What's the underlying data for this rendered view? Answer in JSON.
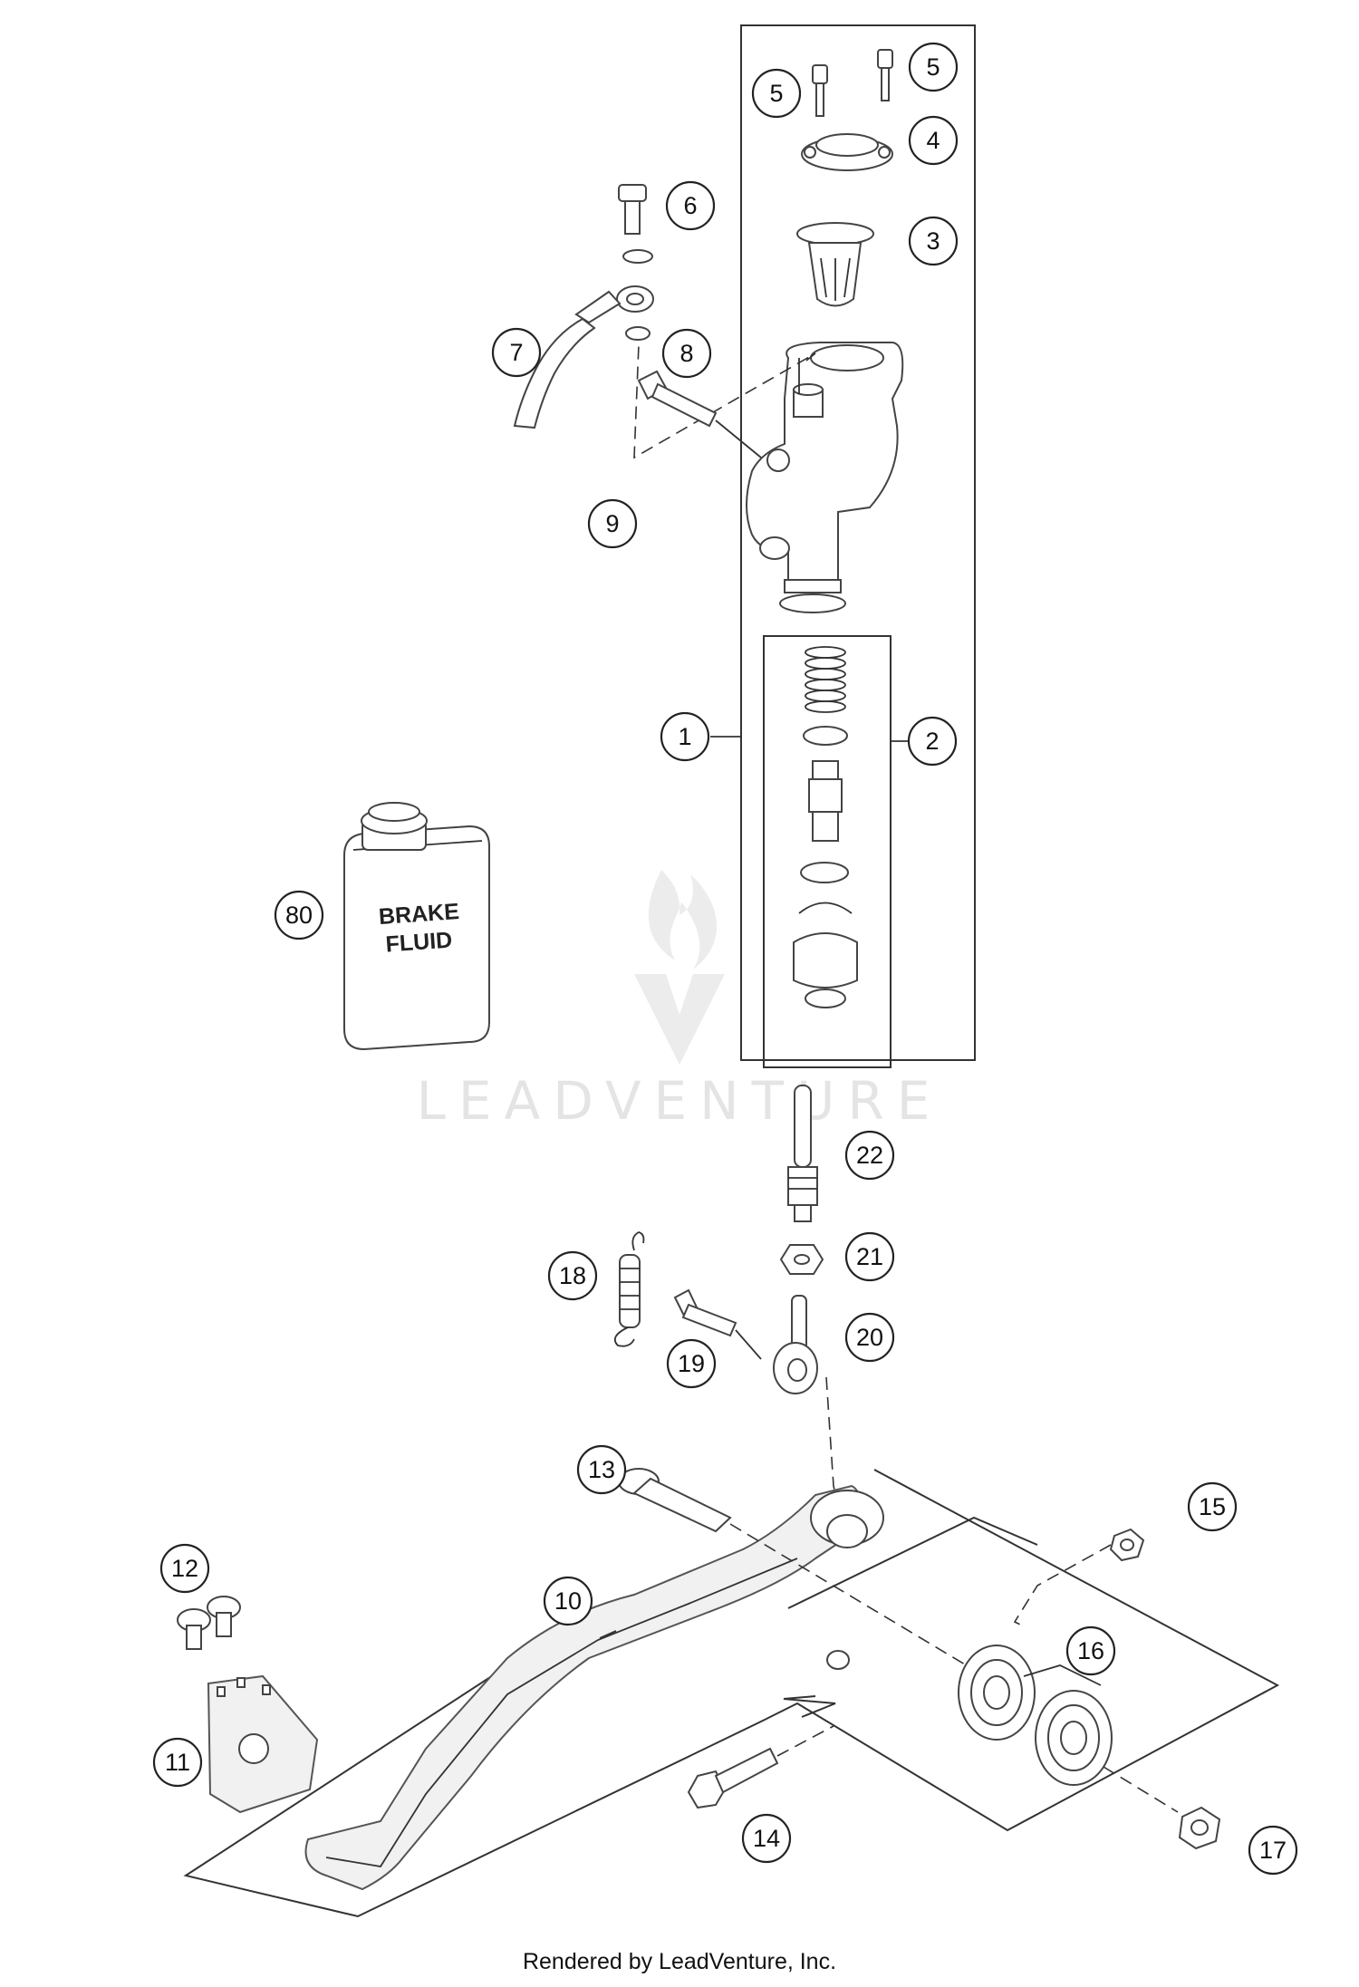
{
  "diagram": {
    "callouts": [
      "1",
      "2",
      "3",
      "4",
      "5",
      "5",
      "6",
      "7",
      "8",
      "9",
      "10",
      "11",
      "12",
      "13",
      "14",
      "15",
      "16",
      "17",
      "18",
      "19",
      "20",
      "21",
      "22",
      "80"
    ],
    "can_label_line1": "BRAKE",
    "can_label_line2": "FLUID",
    "watermark": "LEADVENTURE"
  },
  "footer": {
    "text": "Rendered by LeadVenture, Inc."
  }
}
